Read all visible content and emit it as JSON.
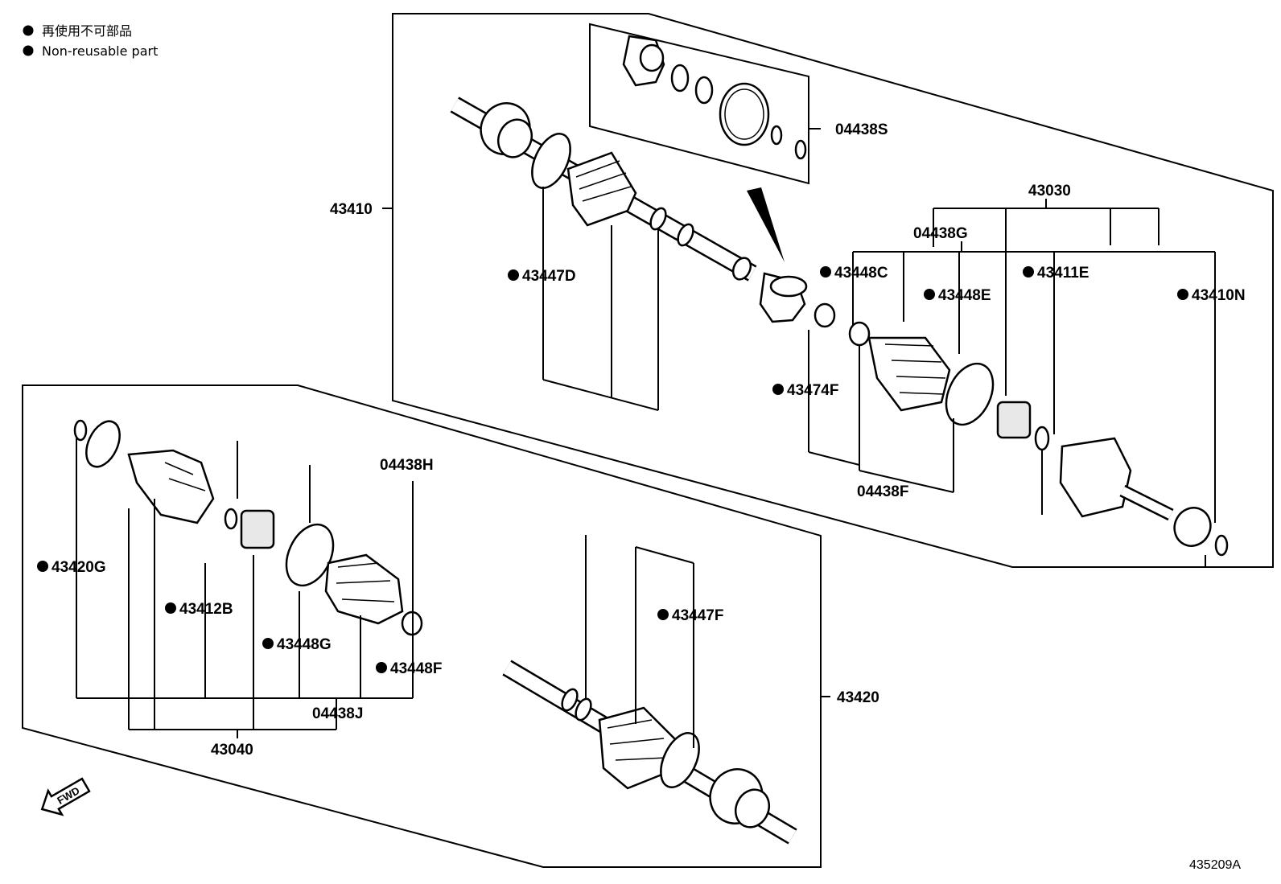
{
  "legend": {
    "items": [
      {
        "text": "再使用不可部品"
      },
      {
        "text": "Non-reusable part"
      }
    ]
  },
  "labels": {
    "l43410": "43410",
    "l04438S": "04438S",
    "l43030": "43030",
    "l04438G": "04438G",
    "l43447D": "43447D",
    "l43448C": "43448C",
    "l43448E": "43448E",
    "l43411E": "43411E",
    "l43410N": "43410N",
    "l43474F": "43474F",
    "l04438F": "04438F",
    "l04438H": "04438H",
    "l43420G": "43420G",
    "l43412B": "43412B",
    "l43448G": "43448G",
    "l43448F": "43448F",
    "l43447F": "43447F",
    "l04438J": "04438J",
    "l43040": "43040",
    "l43420": "43420"
  },
  "fwd_label": "FWD",
  "figure_code": "435209A"
}
